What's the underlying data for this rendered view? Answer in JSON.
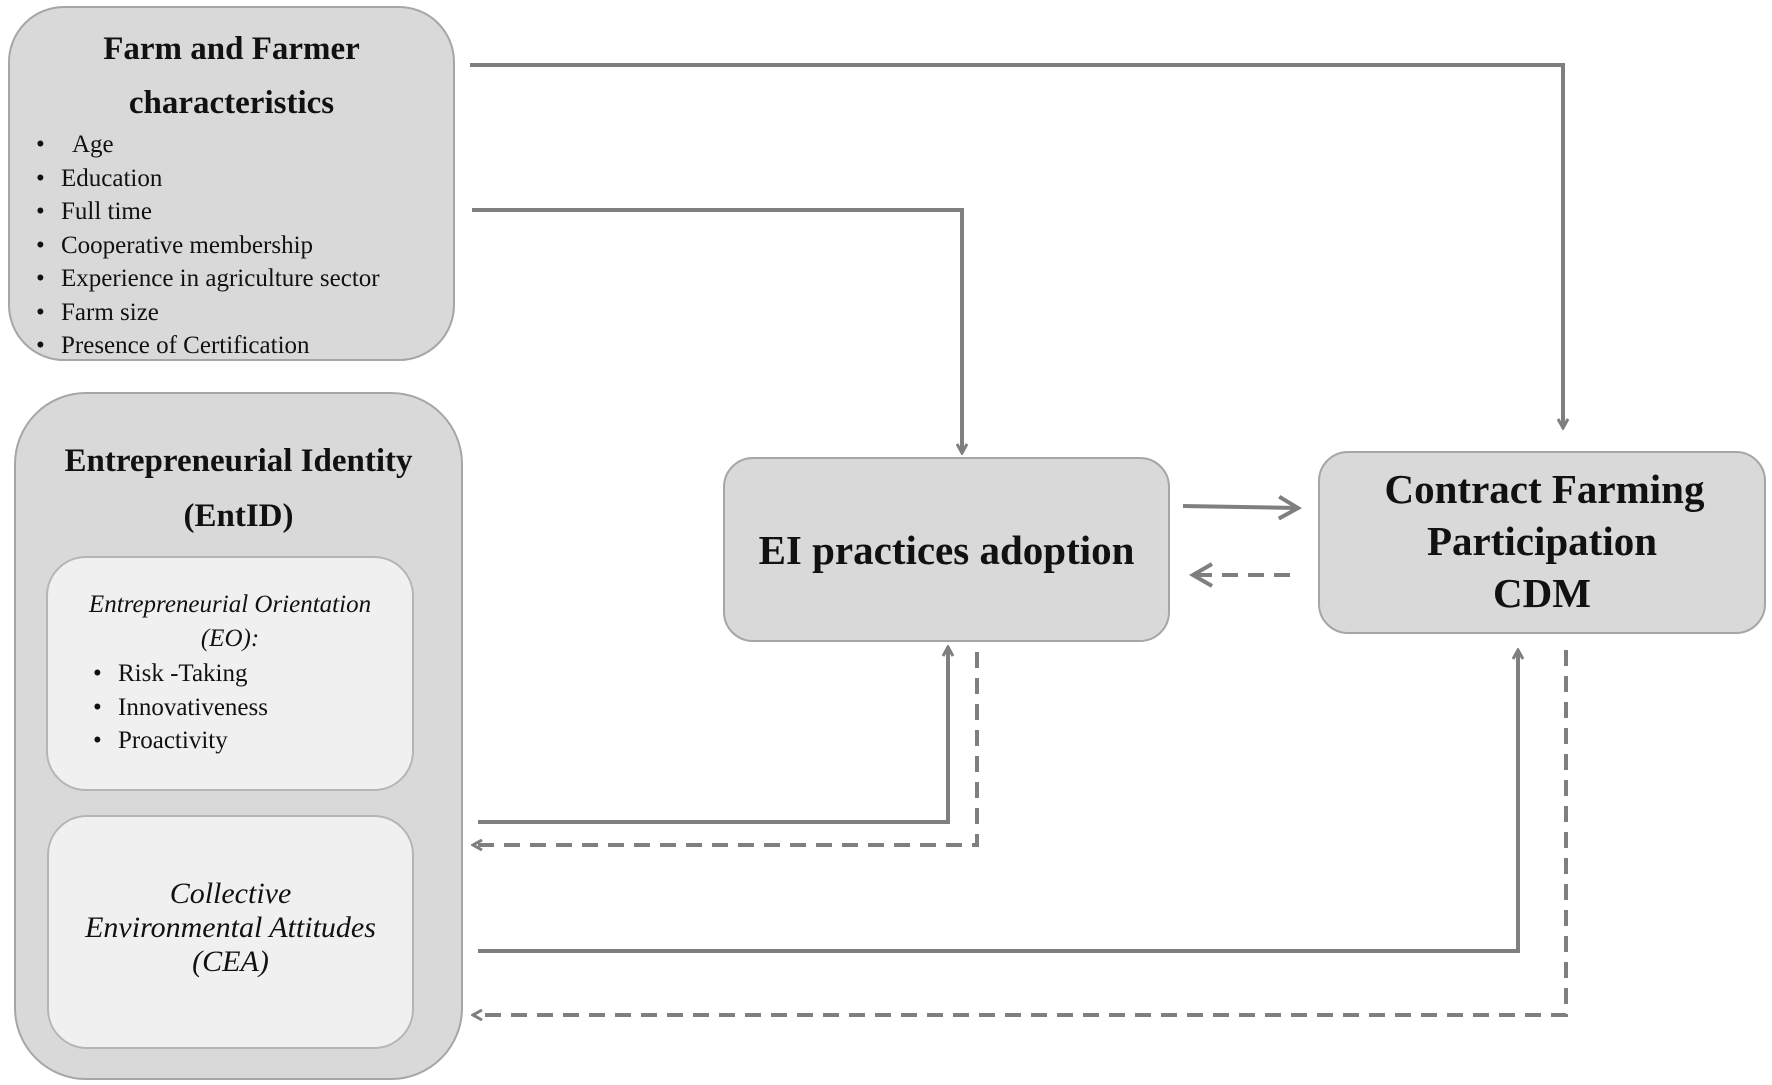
{
  "farm_box": {
    "title_line1": "Farm and Farmer",
    "title_line2": "characteristics",
    "items": [
      "Age",
      "Education",
      "Full time",
      "Cooperative membership",
      "Experience in agriculture sector",
      "Farm size",
      "Presence of Certification"
    ]
  },
  "entid_box": {
    "title_line1": "Entrepreneurial Identity",
    "title_line2": "(EntID)",
    "eo": {
      "title_line1": "Entrepreneurial Orientation",
      "title_line2": "(EO):",
      "items": [
        "Risk -Taking",
        "Innovativeness",
        "Proactivity"
      ]
    },
    "cea": {
      "line1": "Collective",
      "line2": "Environmental Attitudes",
      "line3": "(CEA)"
    }
  },
  "ei_box": {
    "label": "EI practices adoption"
  },
  "cf_box": {
    "line1": "Contract Farming",
    "line2": "Participation",
    "line3": "CDM"
  },
  "colors": {
    "box_fill": "#d9d9d9",
    "inner_fill": "#f0f0f0",
    "arrow": "#7f7f7f"
  }
}
